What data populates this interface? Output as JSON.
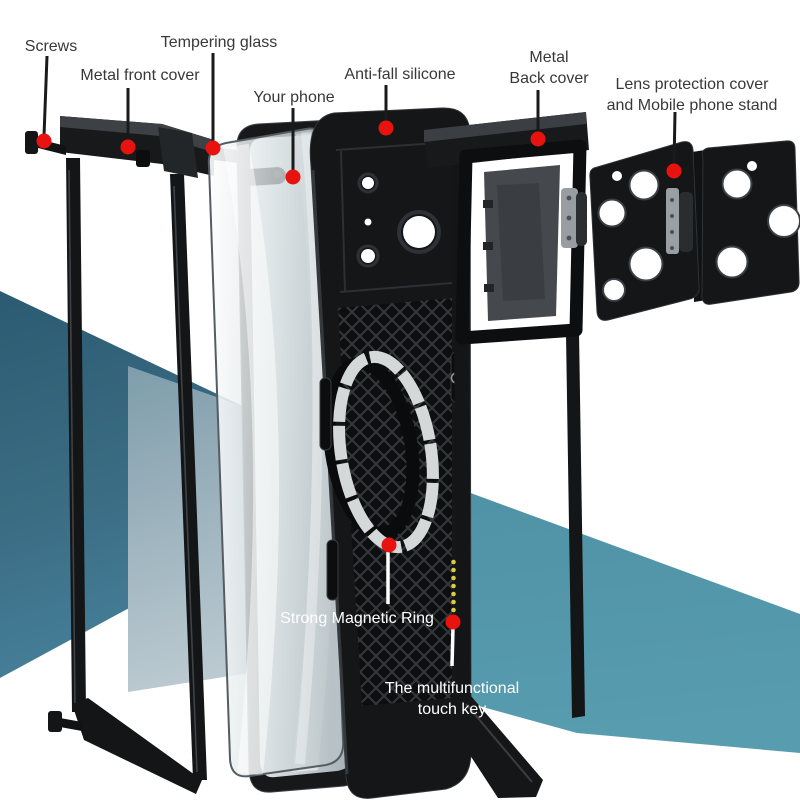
{
  "diagram": {
    "kind": "exploded product diagram of a rugged magnetic phone case",
    "callouts": [
      {
        "id": "screws",
        "label": "Screws"
      },
      {
        "id": "metal-front-cover",
        "label": "Metal front cover"
      },
      {
        "id": "tempering-glass",
        "label": "Tempering glass"
      },
      {
        "id": "your-phone",
        "label": "Your phone"
      },
      {
        "id": "anti-fall-silicone",
        "label": "Anti-fall silicone"
      },
      {
        "id": "metal-back-cover",
        "lines": [
          "Metal",
          "Back cover"
        ]
      },
      {
        "id": "lens-protection",
        "lines": [
          "Lens protection cover",
          "and Mobile phone stand"
        ]
      },
      {
        "id": "strong-magnetic-ring",
        "label": "Strong Magnetic Ring"
      },
      {
        "id": "touch-key",
        "lines": [
          "The multifunctional",
          "touch key"
        ]
      }
    ],
    "colors": {
      "callout_dot_red": "#e8130f",
      "callout_line_dark": "#1a1a1a",
      "callout_line_light": "#ffffff",
      "label_text_dark": "#383838",
      "label_text_light": "#ffffff",
      "background_white": "#ffffff",
      "band_teal_dark_top": "#2b5b72",
      "band_teal_dark_bottom": "#47809a",
      "band_blue_gray": "#7f9dab",
      "band_teal_right": "#4f91a5",
      "case_black": "#141618",
      "magnetic_ring_silver": "#d5d8d9",
      "pogo_pin_yellow": "#d9cc42",
      "glass_tint": "#dfe6e8"
    }
  }
}
